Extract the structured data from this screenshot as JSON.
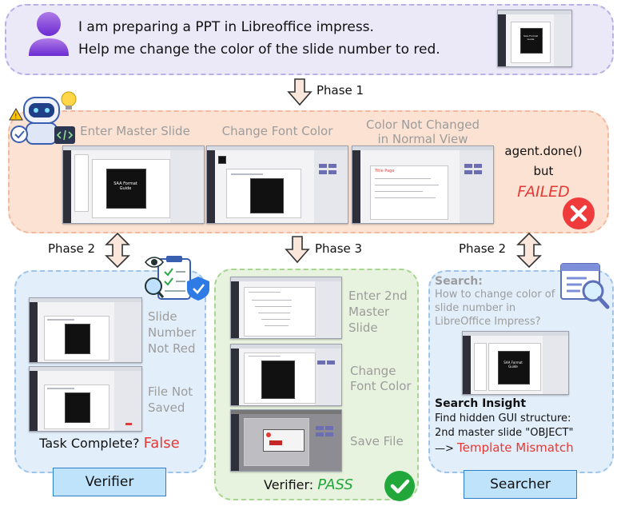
{
  "prompt": {
    "line1": "I am preparing a PPT in Libreoffice impress.",
    "line2": "Help me change the color of the slide number to red.",
    "thumb_title": "SAA Format Guide"
  },
  "phase1": {
    "label": "Phase 1",
    "step1": "Enter Master Slide",
    "step2": "Change Font Color",
    "step3a": "Color Not Changed",
    "step3b": "in Normal View",
    "done": "agent.done()",
    "but": "but",
    "failed": "FAILED",
    "slide_title": "SAA Format Guide",
    "slide_title_red": "Title Page"
  },
  "phase2_left": {
    "label": "Phase 2"
  },
  "phase3": {
    "label": "Phase 3"
  },
  "phase2_right": {
    "label": "Phase 2"
  },
  "verifier": {
    "issue1_a": "Slide",
    "issue1_b": "Number",
    "issue1_c": "Not Red",
    "issue2_a": "File Not",
    "issue2_b": "Saved",
    "task_label": "Task Complete?",
    "task_value": "False",
    "title": "Verifier"
  },
  "center": {
    "step1_a": "Enter 2nd",
    "step1_b": "Master",
    "step1_c": "Slide",
    "step2_a": "Change",
    "step2_b": "Font Color",
    "step3": "Save File",
    "result_label": "Verifier:",
    "result_value": "PASS"
  },
  "searcher": {
    "search_label": "Search:",
    "query1": "How to change color of",
    "query2": "slide number in",
    "query3": "LibreOffice Impress?",
    "thumb_title": "SAA Format Guide",
    "insight_title": "Search Insight",
    "insight1": "Find hidden GUI structure:",
    "insight2": "2nd master slide \"OBJECT\"",
    "insight3_arrow": "—>",
    "insight3_value": "Template Mismatch",
    "title": "Searcher"
  },
  "colors": {
    "red": "#e53935",
    "green": "#22a83a",
    "prompt_bg": "#ebe8f8",
    "phase1_bg": "#fbe2d3",
    "blue_bg": "#e2effb",
    "green_bg": "#e8f3df"
  }
}
